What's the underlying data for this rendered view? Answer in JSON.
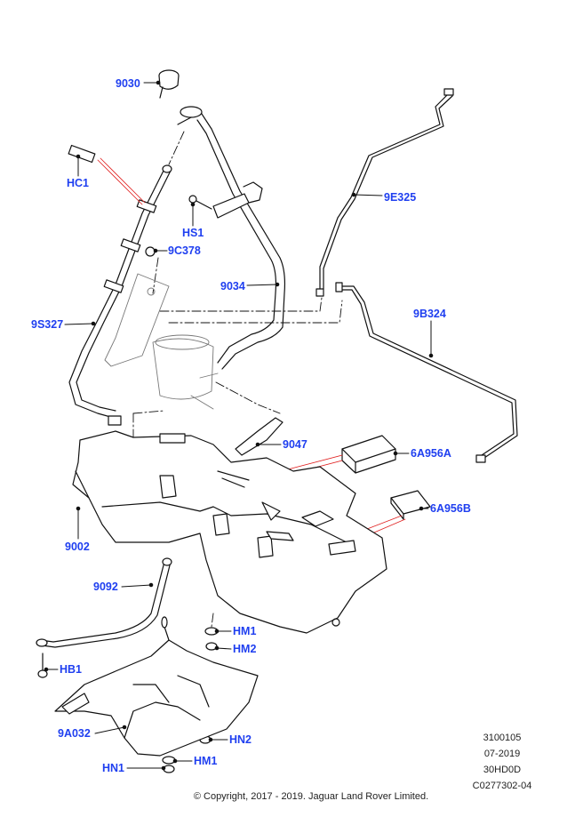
{
  "callouts": {
    "c9030": "9030",
    "hc1": "HC1",
    "hs1": "HS1",
    "c9c378": "9C378",
    "c9e325": "9E325",
    "c9034": "9034",
    "c9s327": "9S327",
    "c9b324": "9B324",
    "c9047": "9047",
    "c6a956a": "6A956A",
    "c6a956b": "6A956B",
    "c9002": "9002",
    "c9092": "9092",
    "hm1_top": "HM1",
    "hm2": "HM2",
    "hb1": "HB1",
    "c9a032": "9A032",
    "hn2": "HN2",
    "hm1_bottom": "HM1",
    "hn1": "HN1"
  },
  "reference": {
    "number": "3100105",
    "date": "07-2019",
    "model": "30HD0D",
    "illustration": "C0277302-04"
  },
  "copyright": "© Copyright, 2017 - 2019. Jaguar Land Rover Limited.",
  "colors": {
    "callout": "#1f3ff0",
    "linework": "#111111",
    "highlight": "#e02020"
  }
}
